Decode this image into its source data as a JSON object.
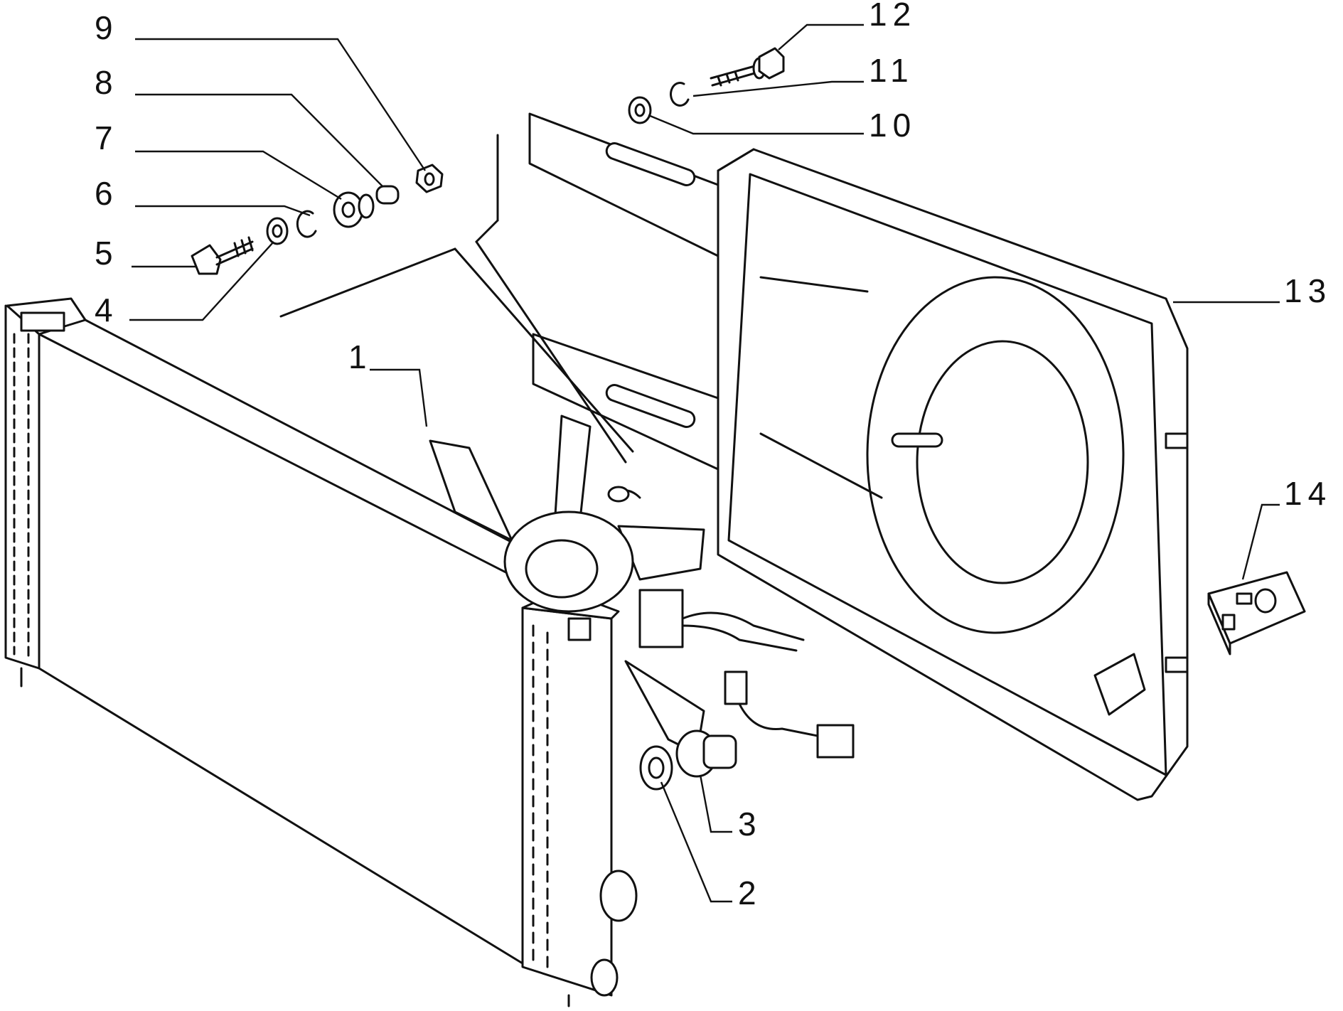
{
  "diagram": {
    "line_color": "#111111",
    "background": "#ffffff",
    "callouts": [
      {
        "id": "1",
        "label": "1"
      },
      {
        "id": "2",
        "label": "2"
      },
      {
        "id": "3",
        "label": "3"
      },
      {
        "id": "4",
        "label": "4"
      },
      {
        "id": "5",
        "label": "5"
      },
      {
        "id": "6",
        "label": "6"
      },
      {
        "id": "7",
        "label": "7"
      },
      {
        "id": "8",
        "label": "8"
      },
      {
        "id": "9",
        "label": "9"
      },
      {
        "id": "10",
        "label": "10"
      },
      {
        "id": "11",
        "label": "11"
      },
      {
        "id": "12",
        "label": "12"
      },
      {
        "id": "13",
        "label": "13"
      },
      {
        "id": "14",
        "label": "14"
      }
    ]
  }
}
